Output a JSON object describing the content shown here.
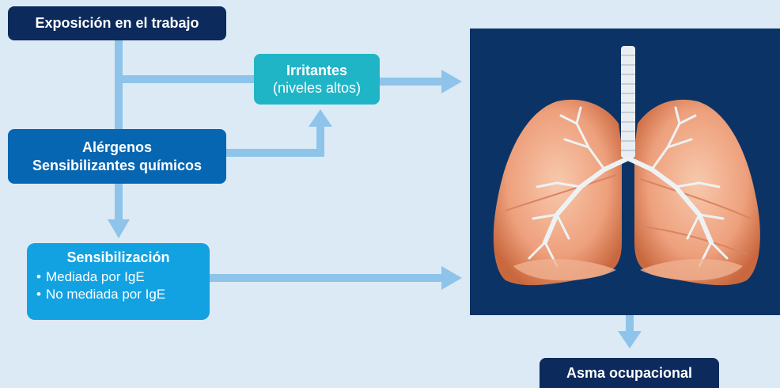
{
  "diagram": {
    "exposure": "Exposición en el trabajo",
    "irritants": {
      "title": "Irritantes",
      "subtitle": "(niveles altos)"
    },
    "allergens": {
      "line1": "Alérgenos",
      "line2": "Sensibilizantes químicos"
    },
    "sensitization": {
      "title": "Sensibilización",
      "items": [
        "Mediada por IgE",
        "No mediada por IgE"
      ]
    },
    "outcome": "Asma ocupacional",
    "illustration": "lungs-illustration"
  },
  "colors": {
    "background": "#dceaf6",
    "navy": "#0c2a5b",
    "teal": "#1fb5c6",
    "blue": "#0766b1",
    "sky": "#12a2e2",
    "arrow": "#8ec4ea",
    "panel": "#0c3366",
    "lung": "#e89470"
  }
}
